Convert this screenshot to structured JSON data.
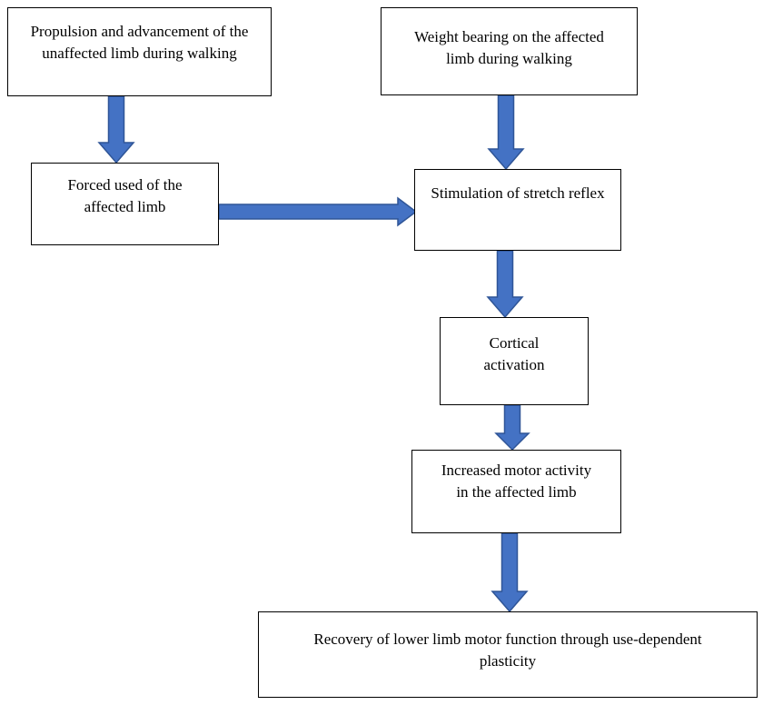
{
  "colors": {
    "arrow_fill": "#4472C4",
    "arrow_stroke": "#2F5597",
    "box_border": "#000000"
  },
  "nodes": {
    "propulsion": "Propulsion and advancement of the unaffected limb during walking",
    "weight_bearing": "Weight bearing on the affected limb during walking",
    "forced_use": "Forced used of the affected limb",
    "stretch_reflex": "Stimulation of stretch reflex",
    "cortical": "Cortical activation",
    "motor_activity": "Increased motor activity in the affected limb",
    "recovery": "Recovery of lower limb motor function through use-dependent plasticity"
  },
  "edges": [
    {
      "from": "propulsion",
      "to": "forced_use"
    },
    {
      "from": "weight_bearing",
      "to": "stretch_reflex"
    },
    {
      "from": "forced_use",
      "to": "stretch_reflex"
    },
    {
      "from": "stretch_reflex",
      "to": "cortical"
    },
    {
      "from": "cortical",
      "to": "motor_activity"
    },
    {
      "from": "motor_activity",
      "to": "recovery"
    }
  ]
}
